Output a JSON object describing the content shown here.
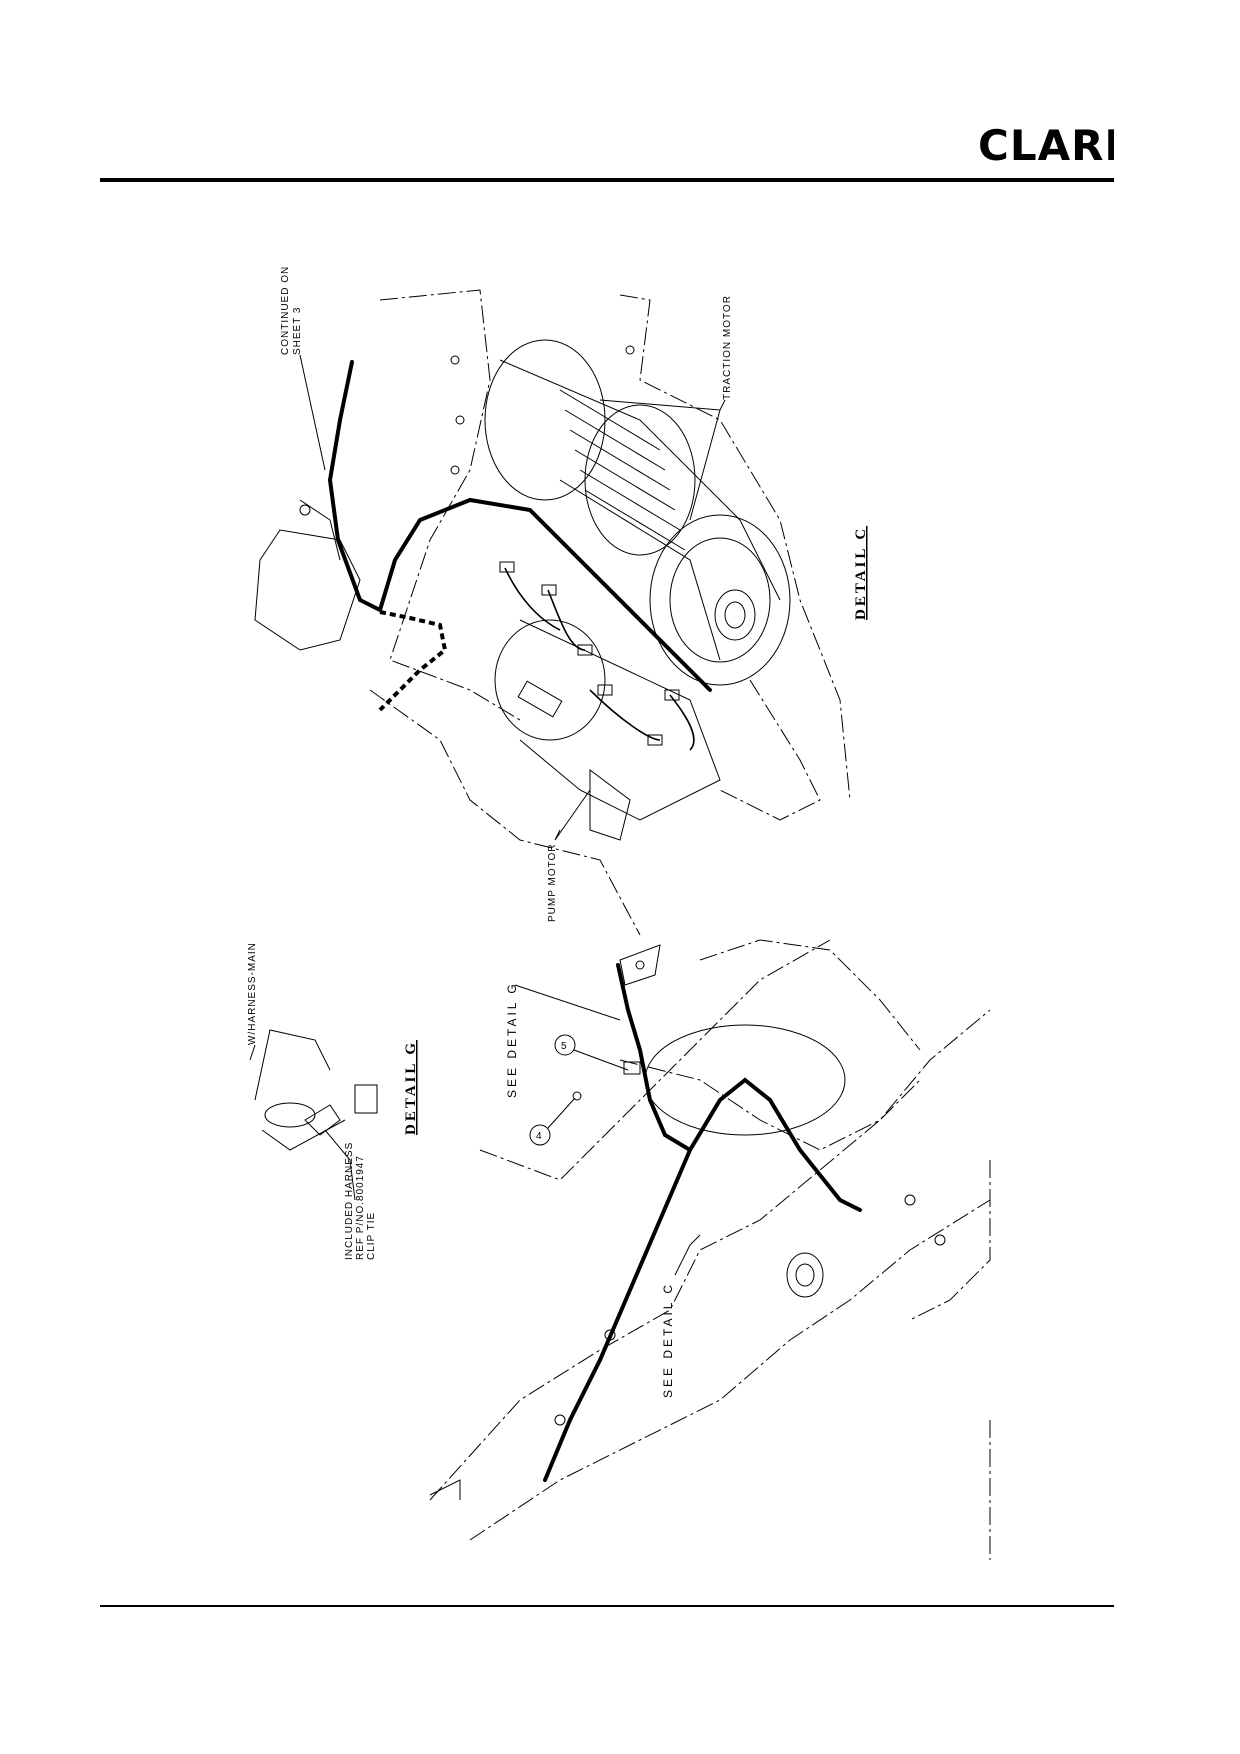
{
  "header": {
    "brand": "CLARK"
  },
  "detail_c": {
    "title": "DETAIL C",
    "labels": {
      "continued": [
        "CONTINUED ON",
        "SHEET 3"
      ],
      "traction_motor": "TRACTION MOTOR",
      "pump_motor": "PUMP MOTOR"
    }
  },
  "detail_g": {
    "title": "DETAIL G",
    "labels": {
      "harness_main": "W/HARNESS-MAIN",
      "clip_note": [
        "INCLUDED HARNESS",
        "REF P/NO.8001947",
        "CLIP TIE"
      ]
    }
  },
  "assembly": {
    "see_detail_g": "SEE DETAIL G",
    "see_detail_c": "SEE DETAIL C",
    "callouts": [
      "4",
      "5"
    ]
  },
  "colors": {
    "ink": "#000000",
    "paper": "#ffffff"
  },
  "icons": [
    "clark-logo"
  ]
}
